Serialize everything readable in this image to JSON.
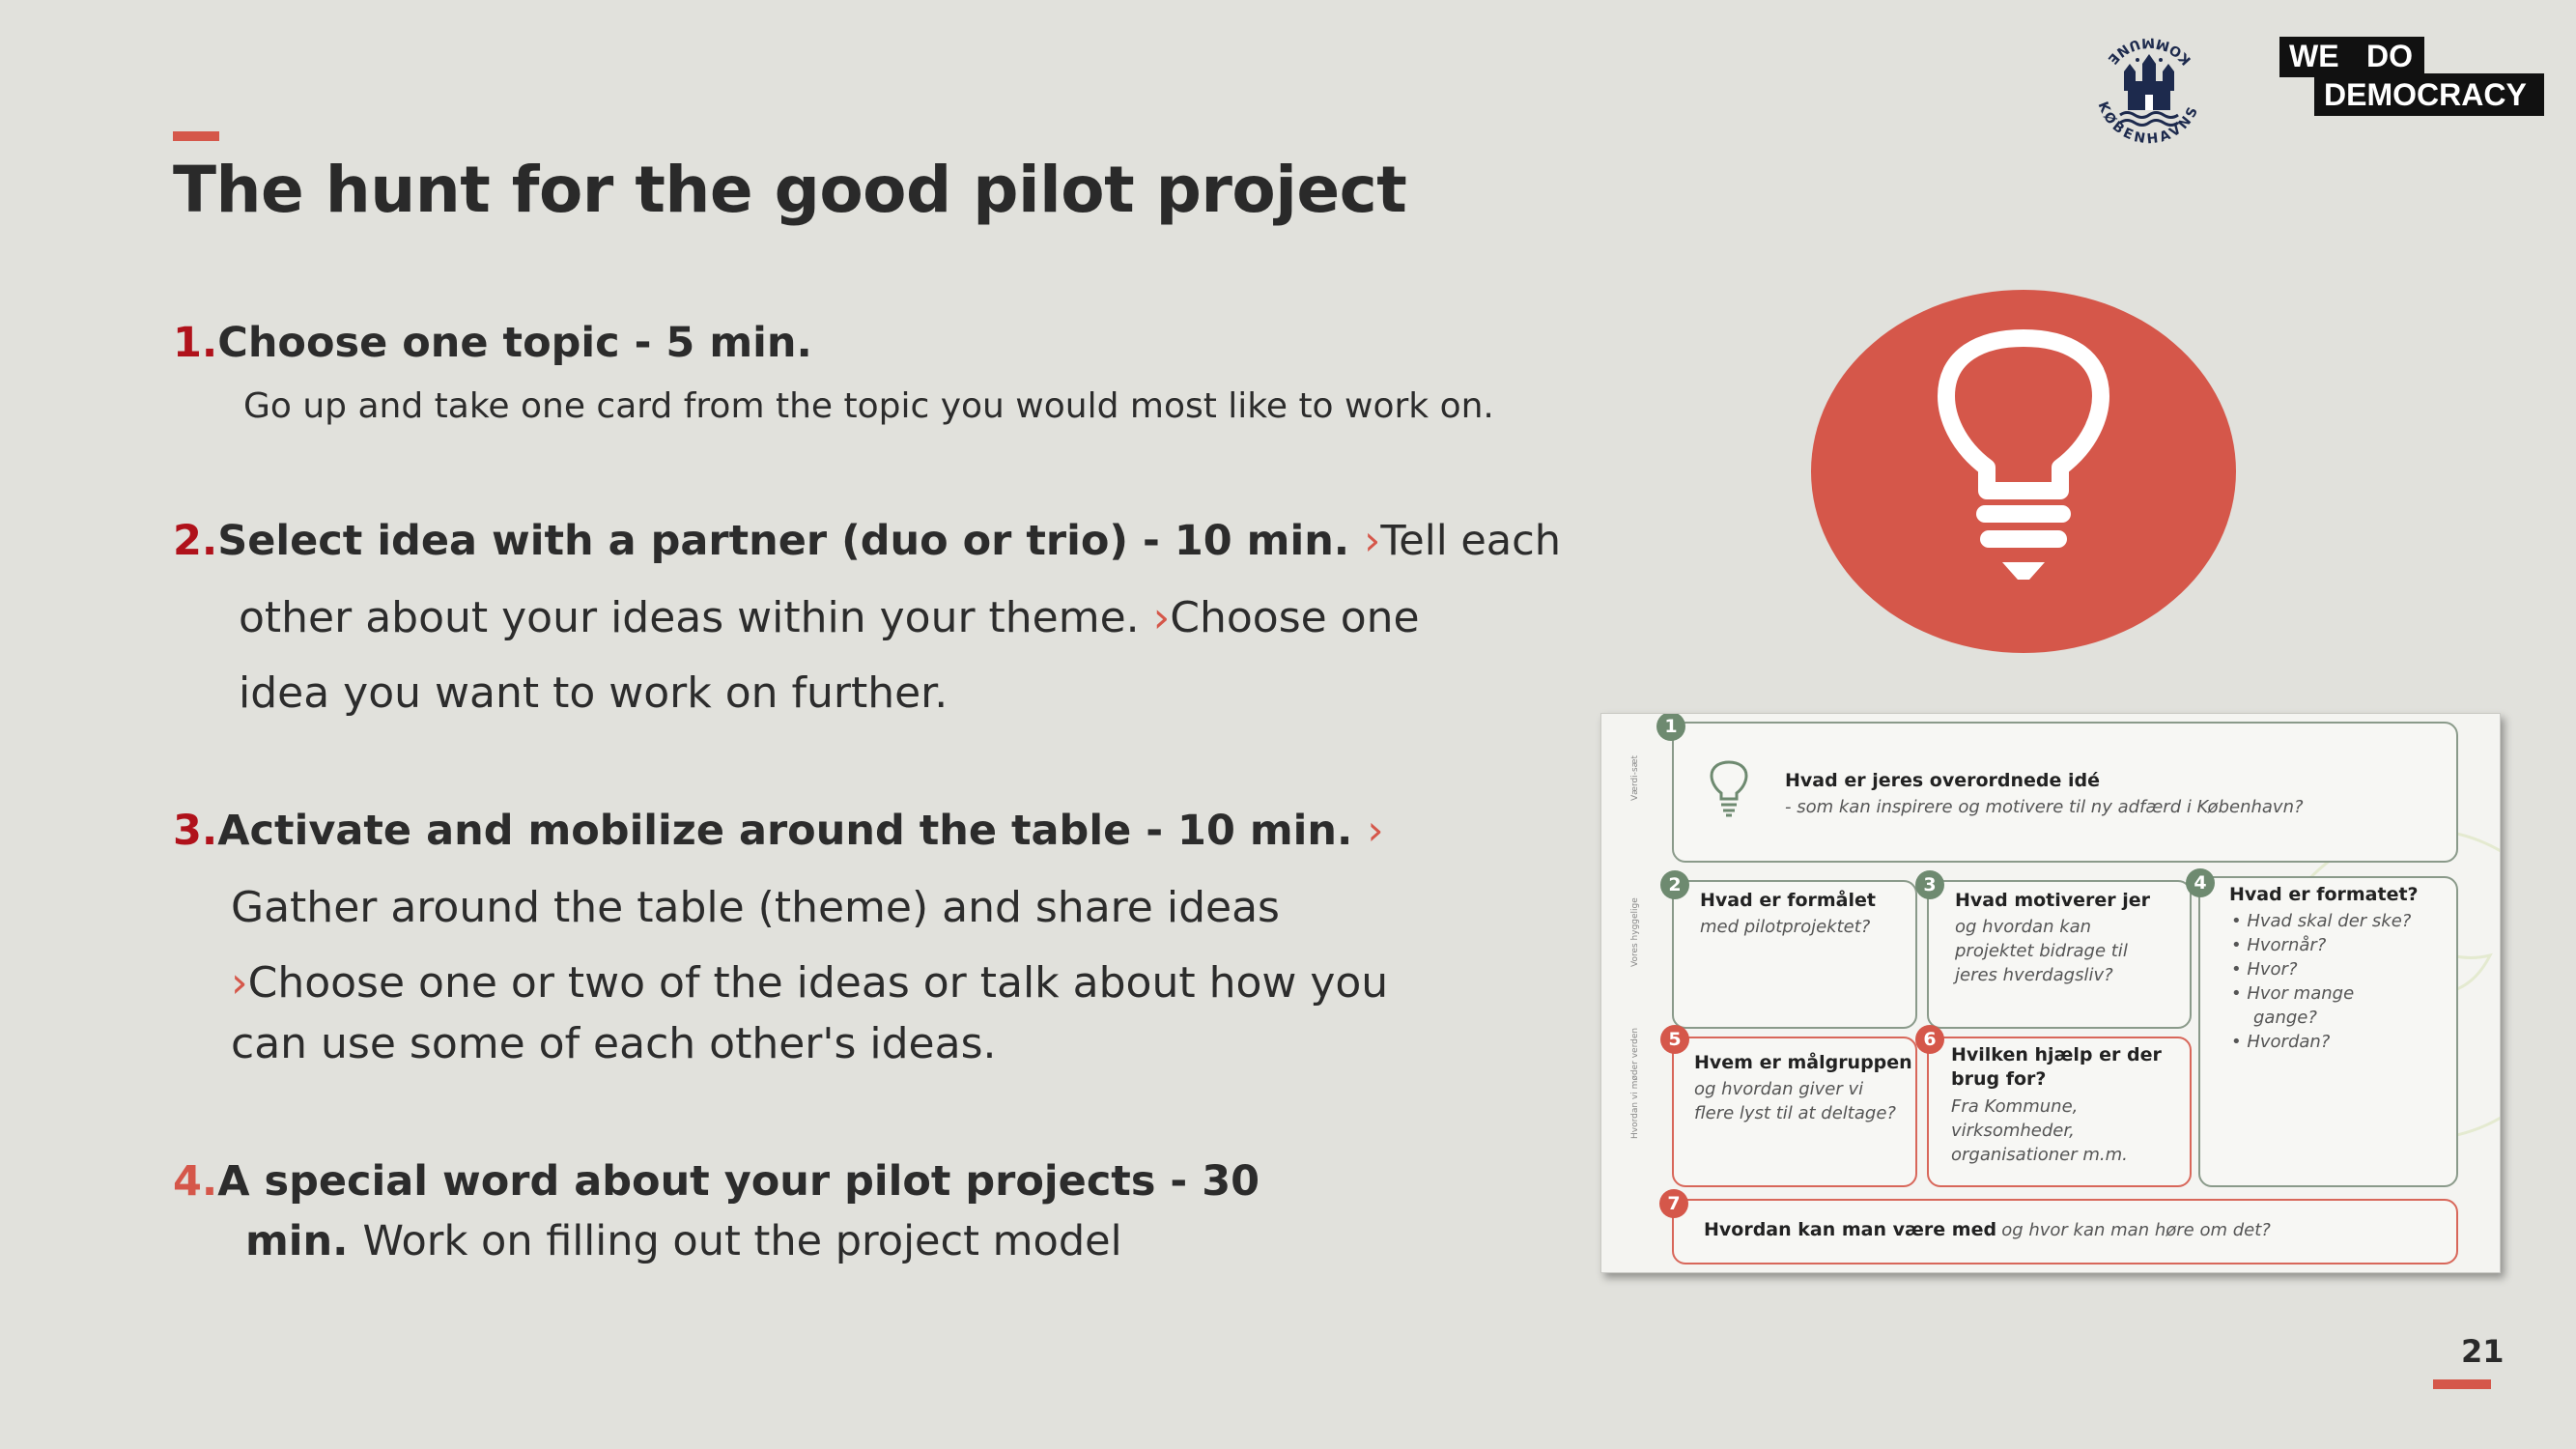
{
  "title": "The hunt for the good pilot project",
  "page_number": "21",
  "logos": {
    "kommune_text": "KØBENHAVNS KOMMUNE",
    "we_do_line1": "WE",
    "we_do_line1b": "DO",
    "we_do_line2": "DEMOCRACY"
  },
  "icon": "lightbulb-icon",
  "colors": {
    "accent": "#d5574a",
    "number_red": "#b0121b",
    "background": "#e1e1dc"
  },
  "steps": [
    {
      "number": "1.",
      "heading": "Choose one topic - 5 min.",
      "text": "Go up and take one card from the topic you would most like to work on."
    },
    {
      "number": "2.",
      "heading": "Select idea with a partner (duo or trio) - 10 min.",
      "arrow": "›",
      "line1_tail": "Tell each",
      "line2": "other about your ideas within your theme.",
      "line2_tail": "Choose one",
      "line3": "idea you want to work on further."
    },
    {
      "number": "3.",
      "heading": "Activate and mobilize around the table - 10 min.",
      "arrow": "›",
      "line2": "Gather around the table (theme) and share ideas",
      "line3": "Choose one or two of the ideas or talk about how you",
      "line4": "can use some of each other's ideas."
    },
    {
      "number": "4.",
      "heading": "A special word about your pilot projects - 30",
      "heading_cont": "min.",
      "text": "Work on filling out the project model"
    }
  ],
  "model": {
    "b1": "1",
    "q1": "Hvad er jeres overordnede idé",
    "q1_sub": "- som kan inspirere og motivere til ny adfærd i København?",
    "b2": "2",
    "q2": "Hvad er formålet",
    "q2_sub": "med pilotprojektet?",
    "b3": "3",
    "q3": "Hvad motiverer jer",
    "q3_sub1": "og hvordan kan",
    "q3_sub2": "projektet bidrage til",
    "q3_sub3": "jeres hverdagsliv?",
    "b4": "4",
    "q4": "Hvad er formatet?",
    "q4_items": [
      "Hvad skal der ske?",
      "Hvornår?",
      "Hvor?",
      "Hvor mange",
      "gange?",
      "Hvordan?"
    ],
    "b5": "5",
    "q5": "Hvem er målgruppen",
    "q5_sub1": "og hvordan giver vi",
    "q5_sub2": "flere lyst til at deltage?",
    "b6": "6",
    "q6a": "Hvilken hjælp er der",
    "q6b": "brug for?",
    "q6_sub1": "Fra Kommune,",
    "q6_sub2": "virksomheder,",
    "q6_sub3": "organisationer m.m.",
    "b7": "7",
    "q7": "Hvordan kan man være med",
    "q7_sub": "og hvor kan man høre om det?",
    "side1": "Værdi-sæt",
    "side2": "Vores hyggelige",
    "side3": "Hvordan vi møder verden"
  }
}
